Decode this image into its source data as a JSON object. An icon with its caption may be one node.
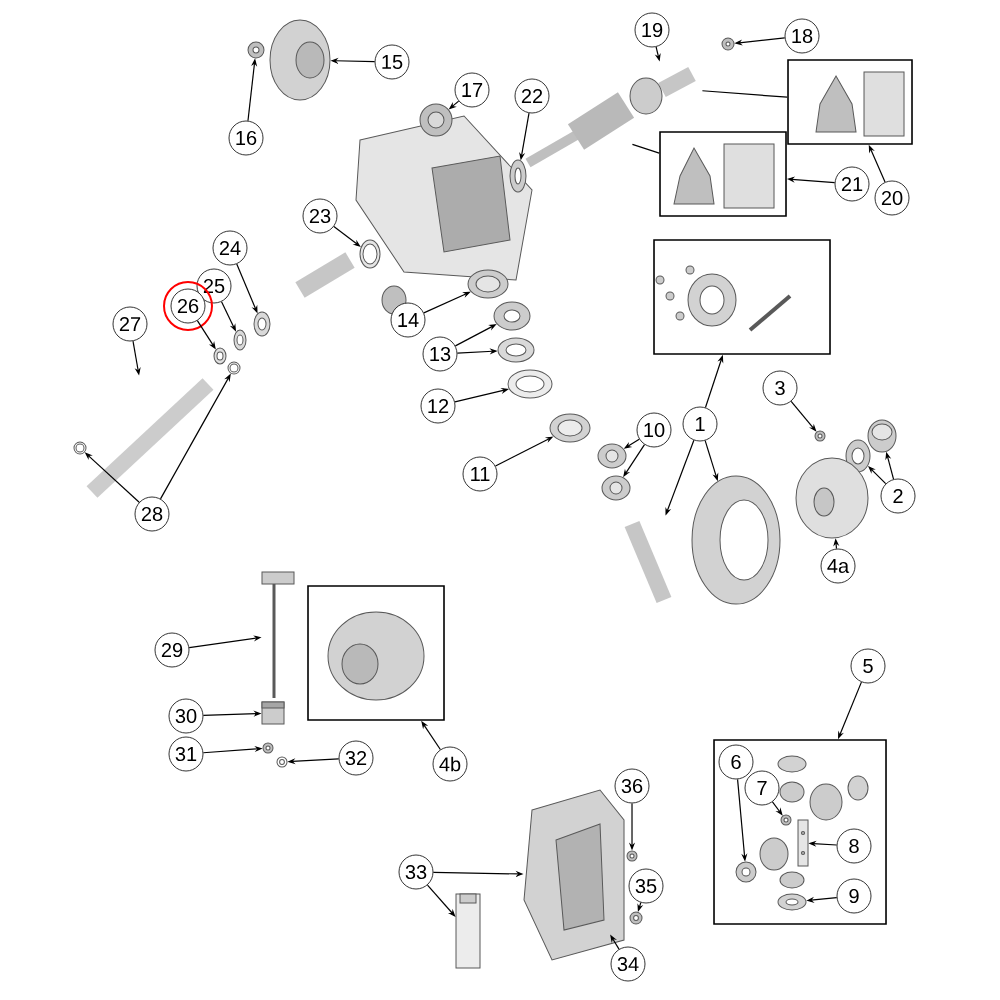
{
  "diagram": {
    "nodes": [
      {
        "text": [
          "15"
        ]
      },
      {
        "text": [
          "16"
        ]
      },
      {
        "text": [
          "17"
        ]
      },
      {
        "text": [
          "19"
        ]
      },
      {
        "text": [
          "18"
        ]
      },
      {
        "text": [
          "22"
        ]
      },
      {
        "text": [],
        "shape": "box"
      },
      {
        "text": [
          "20"
        ]
      },
      {
        "text": [],
        "shape": "box"
      },
      {
        "text": [
          "21"
        ]
      },
      {
        "text": [
          "23"
        ]
      },
      {
        "text": [
          "24"
        ]
      },
      {
        "text": [
          "25"
        ]
      },
      {
        "text": [
          "26"
        ]
      },
      {
        "text": [
          "27"
        ]
      },
      {
        "text": [
          "14"
        ]
      },
      {
        "text": [
          "13"
        ]
      },
      {
        "text": [
          "12"
        ]
      },
      {
        "text": [],
        "shape": "box"
      },
      {
        "text": [
          "11"
        ]
      },
      {
        "text": [
          "10"
        ]
      },
      {
        "text": [
          "1"
        ]
      },
      {
        "text": [
          "3"
        ]
      },
      {
        "text": [
          "2"
        ]
      },
      {
        "text": [
          "4a"
        ]
      },
      {
        "text": [
          "28"
        ]
      },
      {
        "text": [
          "29"
        ]
      },
      {
        "text": [],
        "shape": "box"
      },
      {
        "text": [
          "30"
        ]
      },
      {
        "text": [
          "31"
        ]
      },
      {
        "text": [
          "32"
        ]
      },
      {
        "text": [
          "4b"
        ]
      },
      {
        "text": [
          "5"
        ]
      },
      {
        "text": [],
        "shape": "box"
      },
      {
        "text": [
          "6"
        ],
        "in": 33
      },
      {
        "text": [
          "7"
        ],
        "in": 33
      },
      {
        "text": [
          "8"
        ],
        "in": 33
      },
      {
        "text": [
          "9"
        ],
        "in": 33
      },
      {
        "text": [
          "33"
        ]
      },
      {
        "text": [
          "36"
        ]
      },
      {
        "text": [
          "35"
        ]
      },
      {
        "text": [
          "34"
        ]
      },
      {
        "text": [],
        "shape": "picture"
      },
      {
        "text": [],
        "shape": "picture"
      },
      {
        "text": [],
        "shape": "picture"
      },
      {
        "text": [],
        "shape": "picture"
      },
      {
        "text": [],
        "shape": "picture"
      },
      {
        "text": [],
        "shape": "picture"
      },
      {
        "text": [],
        "shape": "picture"
      },
      {
        "text": [],
        "shape": "picture"
      },
      {
        "text": [],
        "shape": "picture"
      },
      {
        "text": [],
        "shape": "picture"
      },
      {
        "text": [],
        "shape": "picture"
      },
      {
        "text": [],
        "shape": "picture"
      },
      {
        "text": [],
        "shape": "picture"
      },
      {
        "text": [],
        "shape": "picture"
      },
      {
        "text": [],
        "shape": "picture"
      },
      {
        "text": [],
        "shape": "picture"
      },
      {
        "text": [],
        "shape": "picture"
      },
      {
        "text": [],
        "shape": "picture"
      },
      {
        "text": [],
        "shape": "picture"
      },
      {
        "text": [],
        "shape": "picture"
      },
      {
        "text": [],
        "shape": "picture"
      },
      {
        "text": [],
        "shape": "picture"
      },
      {
        "text": [],
        "shape": "picture"
      },
      {
        "text": [],
        "shape": "picture"
      },
      {
        "text": [],
        "shape": "picture"
      },
      {
        "text": [],
        "shape": "picture"
      },
      {
        "text": [],
        "shape": "picture"
      },
      {
        "text": [],
        "shape": "picture"
      },
      {
        "text": [],
        "shape": "picture"
      },
      {
        "text": [],
        "shape": "picture"
      },
      {
        "text": [],
        "shape": "picture"
      },
      {
        "text": [],
        "shape": "picture",
        "in": 33
      },
      {
        "text": [],
        "shape": "picture",
        "in": 33
      },
      {
        "text": [],
        "shape": "picture",
        "in": 33
      },
      {
        "text": [],
        "shape": "picture",
        "in": 33
      },
      {
        "text": [],
        "shape": "picture"
      },
      {
        "text": [],
        "shape": "picture"
      },
      {
        "text": [],
        "shape": "picture"
      },
      {
        "text": [],
        "shape": "picture"
      }
    ],
    "edges": [
      {
        "from": 0,
        "to": 43,
        "arrow": "to"
      },
      {
        "from": 1,
        "to": 42,
        "arrow": "to"
      },
      {
        "from": 2,
        "to": 44,
        "arrow": "to"
      },
      {
        "from": 3,
        "to": 45,
        "arrow": "to"
      },
      {
        "from": 4,
        "to": 46,
        "arrow": "to"
      },
      {
        "from": 5,
        "to": 48,
        "arrow": "to"
      },
      {
        "from": 7,
        "to": 6,
        "arrow": "to"
      },
      {
        "from": 6,
        "to": 45,
        "arrow": "none"
      },
      {
        "from": 9,
        "to": 8,
        "arrow": "to"
      },
      {
        "from": 8,
        "to": 47,
        "arrow": "none"
      },
      {
        "from": 10,
        "to": 49,
        "arrow": "to"
      },
      {
        "from": 11,
        "to": 50,
        "arrow": "to"
      },
      {
        "from": 12,
        "to": 51,
        "arrow": "to"
      },
      {
        "from": 13,
        "to": 52,
        "arrow": "to"
      },
      {
        "from": 14,
        "to": 58,
        "arrow": "to"
      },
      {
        "from": 15,
        "to": 53,
        "arrow": "to"
      },
      {
        "from": 16,
        "to": 54,
        "arrow": "to"
      },
      {
        "from": 16,
        "to": 55,
        "arrow": "to"
      },
      {
        "from": 17,
        "to": 56,
        "arrow": "to"
      },
      {
        "from": 19,
        "to": 60,
        "arrow": "to"
      },
      {
        "from": 20,
        "to": 63,
        "arrow": "to"
      },
      {
        "from": 20,
        "to": 65,
        "arrow": "to"
      },
      {
        "from": 21,
        "to": 18,
        "arrow": "to"
      },
      {
        "from": 21,
        "to": 67,
        "arrow": "to"
      },
      {
        "from": 21,
        "to": 68,
        "arrow": "to"
      },
      {
        "from": 22,
        "to": 61,
        "arrow": "to"
      },
      {
        "from": 23,
        "to": 64,
        "arrow": "to"
      },
      {
        "from": 23,
        "to": 62,
        "arrow": "to"
      },
      {
        "from": 24,
        "to": 66,
        "arrow": "to"
      },
      {
        "from": 25,
        "to": 59,
        "arrow": "to"
      },
      {
        "from": 25,
        "to": 57,
        "arrow": "to"
      },
      {
        "from": 26,
        "to": 69,
        "arrow": "to"
      },
      {
        "from": 28,
        "to": 70,
        "arrow": "to"
      },
      {
        "from": 29,
        "to": 71,
        "arrow": "to"
      },
      {
        "from": 30,
        "to": 72,
        "arrow": "to"
      },
      {
        "from": 31,
        "to": 27,
        "arrow": "to"
      },
      {
        "from": 32,
        "to": 33,
        "arrow": "to"
      },
      {
        "from": 34,
        "to": 73,
        "arrow": "to"
      },
      {
        "from": 35,
        "to": 74,
        "arrow": "to"
      },
      {
        "from": 36,
        "to": 75,
        "arrow": "to"
      },
      {
        "from": 37,
        "to": 76,
        "arrow": "to"
      },
      {
        "from": 38,
        "to": 78,
        "arrow": "to"
      },
      {
        "from": 38,
        "to": 79,
        "arrow": "to"
      },
      {
        "from": 39,
        "to": 77,
        "arrow": "to"
      },
      {
        "from": 40,
        "to": 80,
        "arrow": "to"
      },
      {
        "from": 41,
        "to": 78,
        "arrow": "to"
      }
    ]
  }
}
